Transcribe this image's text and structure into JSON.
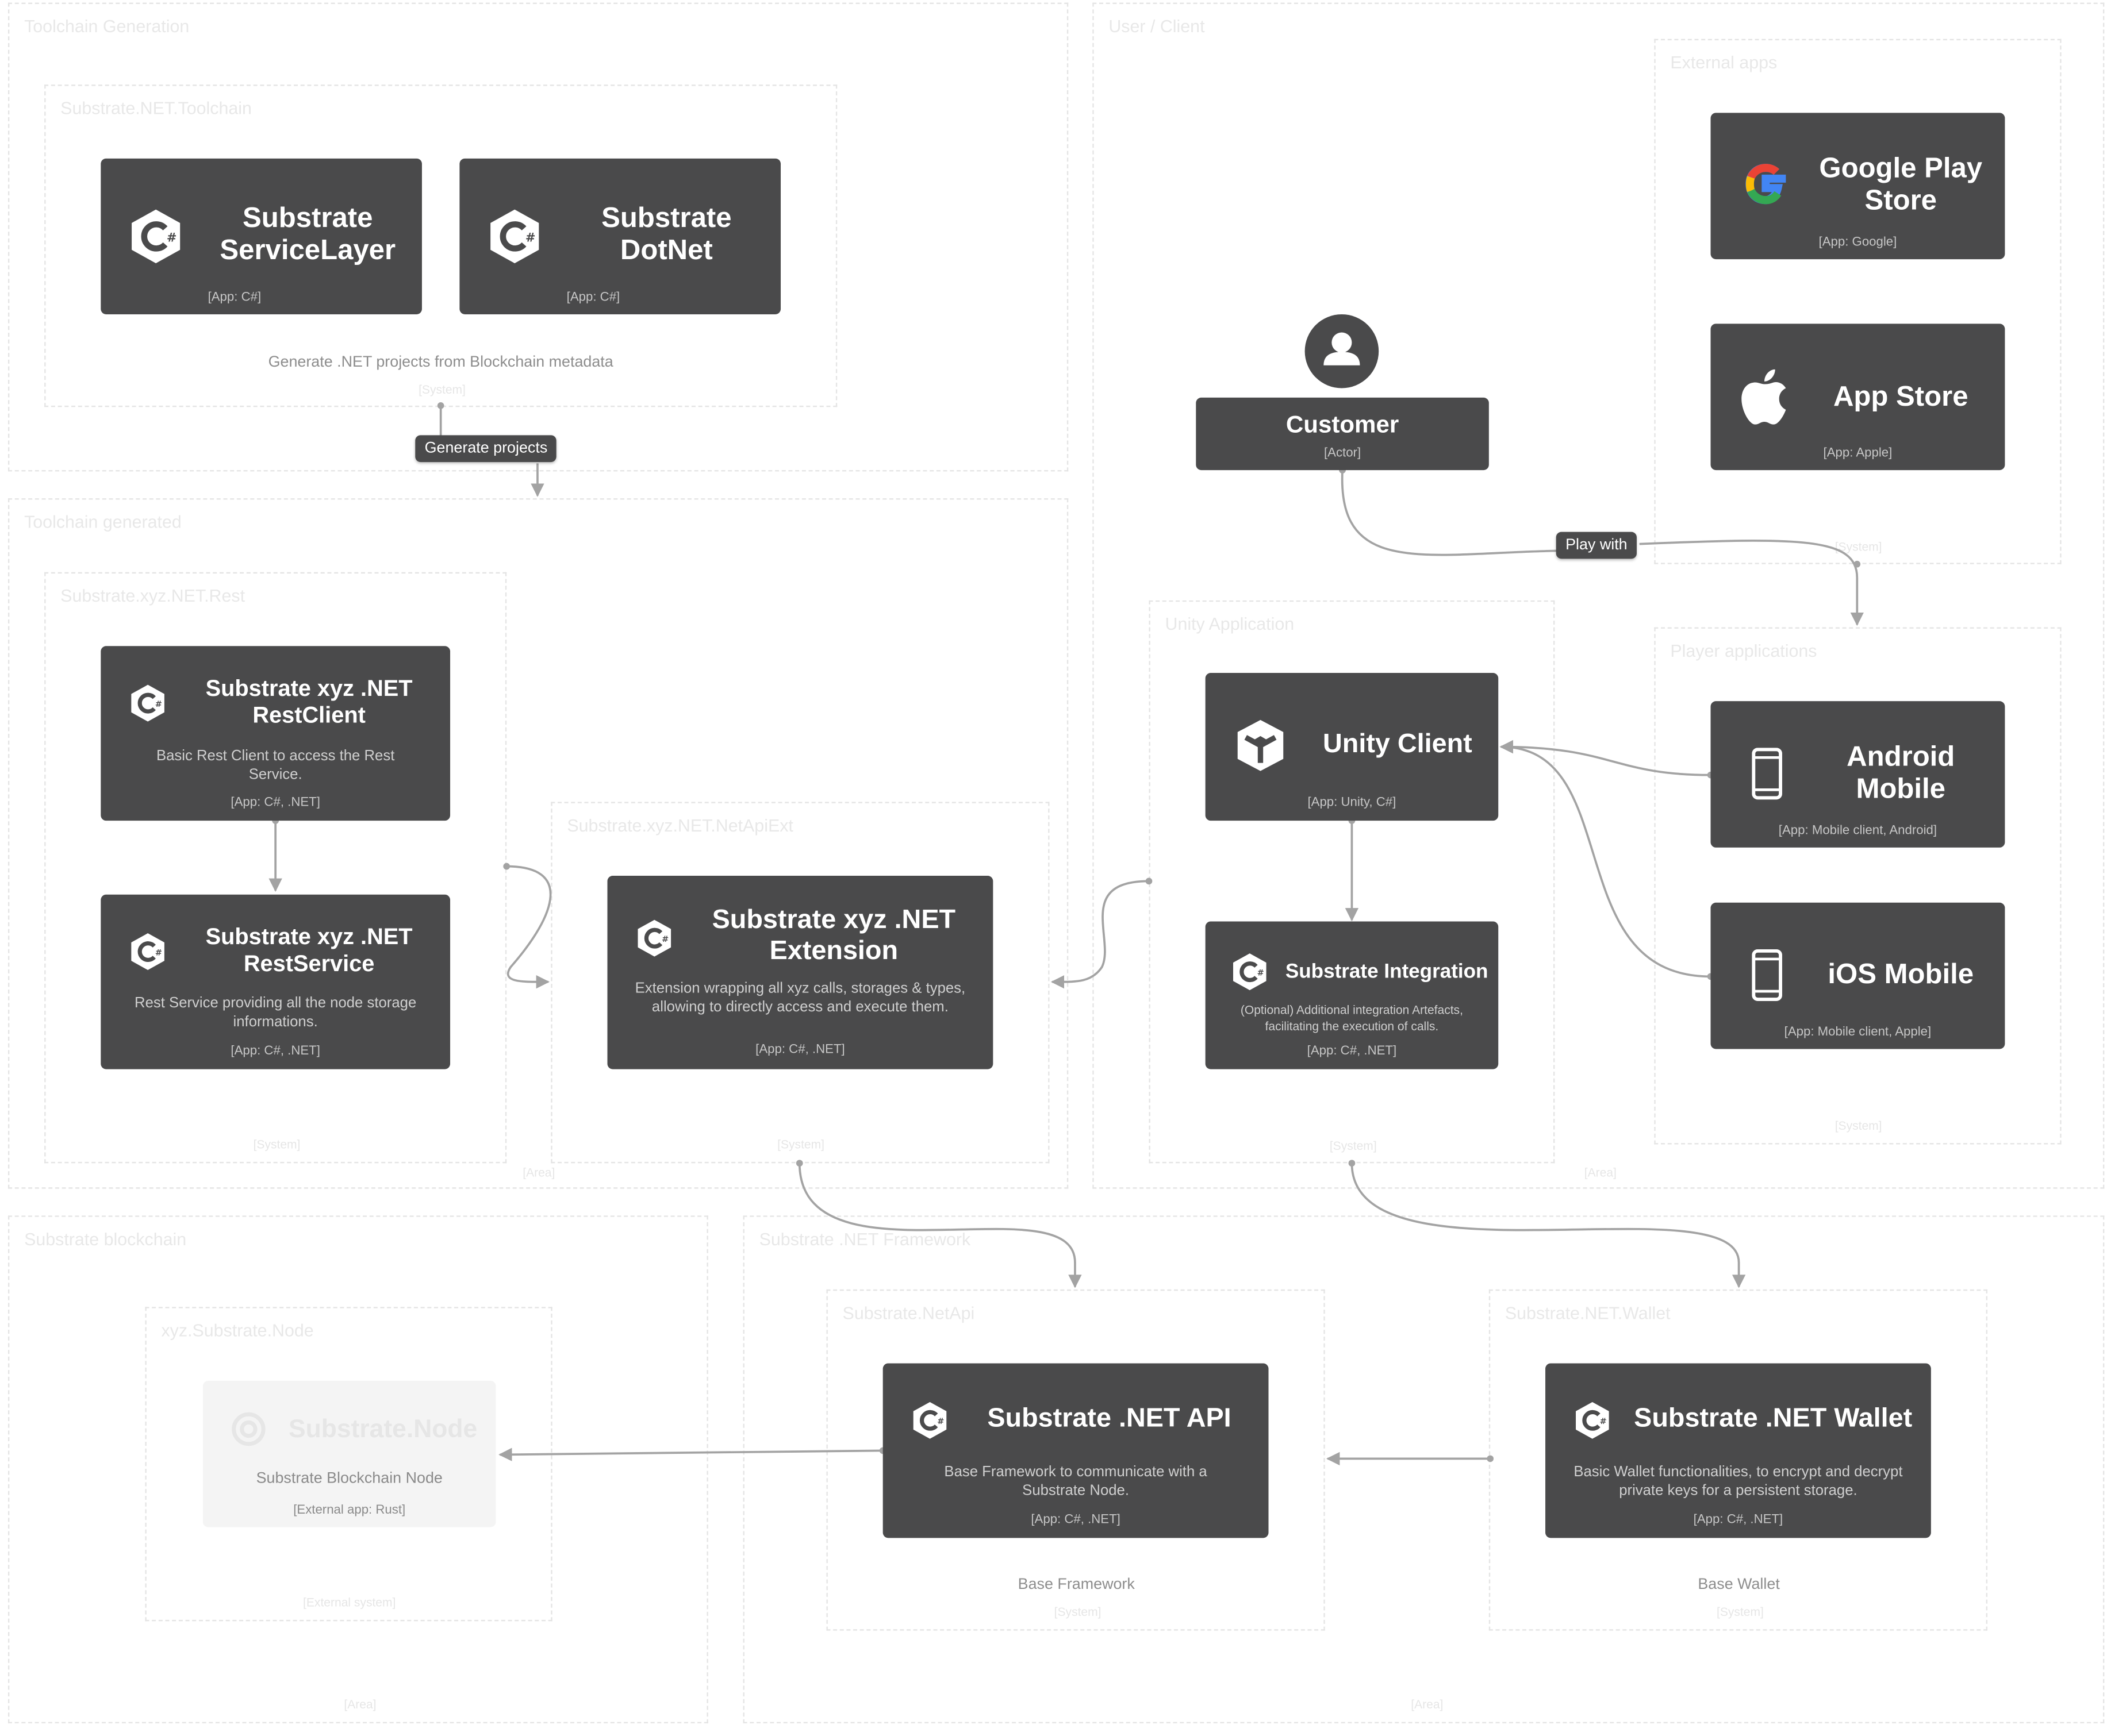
{
  "zones": {
    "toolchain_generation": {
      "title": "Toolchain Generation"
    },
    "substrate_net_toolchain": {
      "title": "Substrate.NET.Toolchain",
      "foot": "[System]",
      "note": "Generate .NET projects from Blockchain metadata"
    },
    "toolchain_generated": {
      "title": "Toolchain generated",
      "foot": "[Area]"
    },
    "xyz_net_rest": {
      "title": "Substrate.xyz.NET.Rest",
      "foot": "[System]"
    },
    "xyz_net_netapiext": {
      "title": "Substrate.xyz.NET.NetApiExt",
      "foot": "[System]"
    },
    "user_client": {
      "title": "User / Client",
      "foot": "[Area]"
    },
    "external_apps": {
      "title": "External apps",
      "foot": "[System]"
    },
    "player_applications": {
      "title": "Player applications",
      "foot": "[System]"
    },
    "unity_application": {
      "title": "Unity Application",
      "foot": "[System]"
    },
    "substrate_blockchain": {
      "title": "Substrate blockchain",
      "foot": "[Area]"
    },
    "xyz_substrate_node": {
      "title": "xyz.Substrate.Node",
      "foot": "[External system]"
    },
    "substrate_net_framework": {
      "title": "Substrate .NET Framework",
      "foot": "[Area]"
    },
    "substrate_netapi": {
      "title": "Substrate.NetApi",
      "foot": "[System]",
      "note": "Base Framework"
    },
    "substrate_net_wallet": {
      "title": "Substrate.NET.Wallet",
      "foot": "[System]",
      "note": "Base Wallet"
    }
  },
  "boxes": {
    "service_layer": {
      "title_line1": "Substrate",
      "title_line2": "ServiceLayer",
      "tech": "[App: C#]",
      "icon": "csharp-icon"
    },
    "dotnet": {
      "title_line1": "Substrate",
      "title_line2": "DotNet",
      "tech": "[App: C#]",
      "icon": "csharp-icon"
    },
    "rest_client": {
      "title_line1": "Substrate xyz .NET",
      "title_line2": "RestClient",
      "desc": "Basic Rest Client to access the Rest Service.",
      "tech": "[App: C#, .NET]",
      "icon": "csharp-icon"
    },
    "rest_service": {
      "title_line1": "Substrate xyz .NET",
      "title_line2": "RestService",
      "desc": "Rest Service providing all the node storage informations.",
      "tech": "[App: C#, .NET]",
      "icon": "csharp-icon"
    },
    "extension": {
      "title_line1": "Substrate xyz .NET",
      "title_line2": "Extension",
      "desc": "Extension wrapping all xyz calls, storages & types, allowing to directly access and execute them.",
      "tech": "[App: C#, .NET]",
      "icon": "csharp-icon"
    },
    "customer": {
      "title": "Customer",
      "tech": "[Actor]",
      "icon": "user-icon"
    },
    "google_play": {
      "title_line1": "Google Play",
      "title_line2": "Store",
      "tech": "[App: Google]",
      "icon": "google-icon"
    },
    "app_store": {
      "title": "App Store",
      "tech": "[App: Apple]",
      "icon": "apple-icon"
    },
    "unity_client": {
      "title": "Unity Client",
      "tech": "[App: Unity, C#]",
      "icon": "unity-icon"
    },
    "substrate_integration": {
      "title": "Substrate Integration",
      "desc": "(Optional) Additional integration Artefacts, facilitating the execution of calls.",
      "tech": "[App: C#, .NET]",
      "icon": "csharp-icon"
    },
    "android_mobile": {
      "title_line1": "Android",
      "title_line2": "Mobile",
      "tech": "[App: Mobile client, Android]",
      "icon": "mobile-icon"
    },
    "ios_mobile": {
      "title": "iOS Mobile",
      "tech": "[App: Mobile client, Apple]",
      "icon": "mobile-icon"
    },
    "substrate_node": {
      "title": "Substrate.Node",
      "desc": "Substrate Blockchain Node",
      "tech": "[External app: Rust]",
      "icon": "rust-icon"
    },
    "net_api": {
      "title": "Substrate .NET API",
      "desc": "Base Framework to communicate with a Substrate Node.",
      "tech": "[App: C#, .NET]",
      "icon": "csharp-icon"
    },
    "net_wallet": {
      "title": "Substrate .NET Wallet",
      "desc": "Basic Wallet functionalities, to encrypt and decrypt private keys for a persistent storage.",
      "tech": "[App: C#, .NET]",
      "icon": "csharp-icon"
    }
  },
  "connectors": {
    "generate_projects": "Generate projects",
    "play_with": "Play with"
  },
  "colors": {
    "box": "#4a4a4b",
    "line": "#a3a3a3",
    "zone_border": "#e4e4e4"
  }
}
